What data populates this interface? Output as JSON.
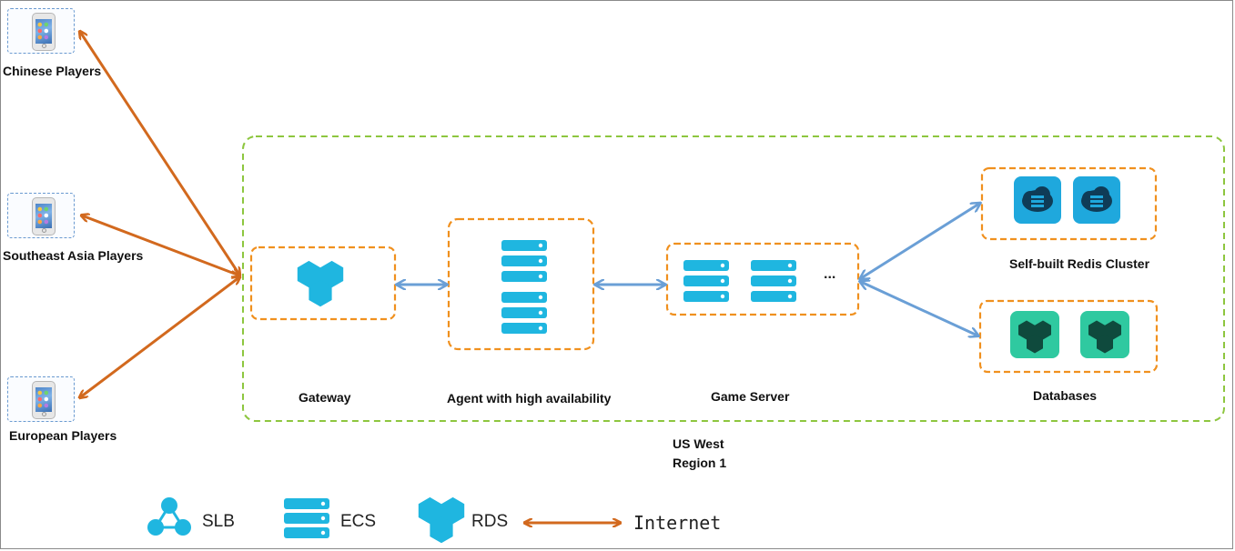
{
  "players": [
    {
      "label": "Chinese Players",
      "icon": "mobile-phone-icon"
    },
    {
      "label": "Southeast Asia Players",
      "icon": "mobile-phone-icon"
    },
    {
      "label": "European Players",
      "icon": "mobile-phone-icon"
    }
  ],
  "region": {
    "line1": "US West",
    "line2": "Region 1"
  },
  "nodes": {
    "gateway": {
      "label": "Gateway",
      "icon": "slb-icon"
    },
    "agent": {
      "label": "Agent with high availability",
      "icon": "ecs-icon"
    },
    "game_server": {
      "label": "Game Server",
      "more": "...",
      "icon": "ecs-icon"
    },
    "redis": {
      "label": "Self-built Redis Cluster",
      "icon": "redis-icon"
    },
    "databases": {
      "label": "Databases",
      "icon": "rds-icon"
    }
  },
  "legend": {
    "slb": "SLB",
    "ecs": "ECS",
    "rds": "RDS",
    "internet": "Internet"
  },
  "colors": {
    "region_border": "#8dc63f",
    "node_border": "#f0901e",
    "internet_arrow": "#d2691e",
    "internal_arrow": "#6a9fd6",
    "cyan": "#1fb6e0",
    "teal": "#2fb78f"
  }
}
